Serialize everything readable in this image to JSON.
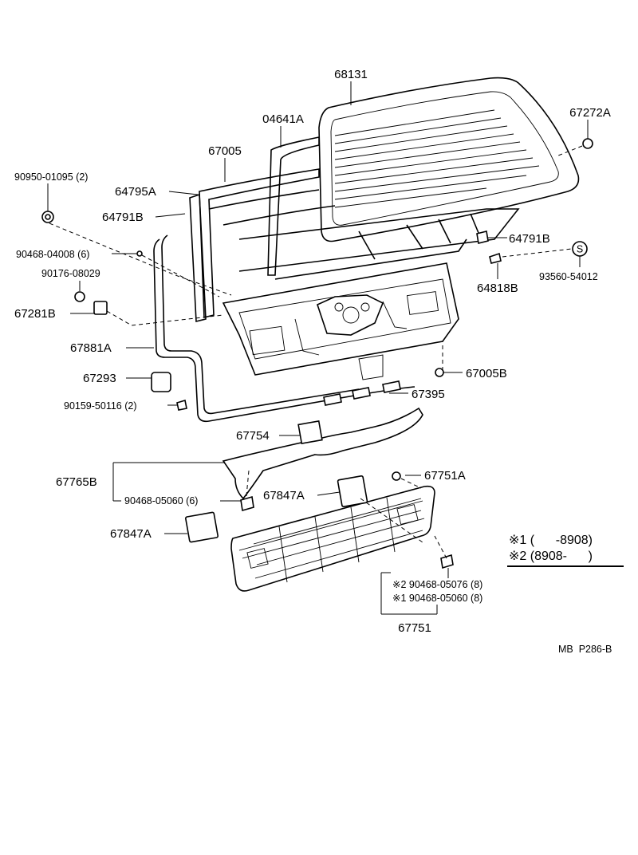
{
  "labels": {
    "p68131": "68131",
    "p67272A": "67272A",
    "p04641A": "04641A",
    "p67005": "67005",
    "p90950": "90950-01095 (2)",
    "p64795A": "64795A",
    "p64791B_left": "64791B",
    "p90468_04008": "90468-04008 (6)",
    "p90176": "90176-08029",
    "p67281B": "67281B",
    "p64791B_right": "64791B",
    "p64818B": "64818B",
    "p93560": "93560-54012",
    "p67881A": "67881A",
    "p67293": "67293",
    "p67005B": "67005B",
    "p90159": "90159-50116 (2)",
    "p67395": "67395",
    "p67754": "67754",
    "p67765B": "67765B",
    "p90468_05060a": "90468-05060 (6)",
    "p67751A": "67751A",
    "p67847A_right": "67847A",
    "p67847A_left": "67847A",
    "p90468_05076": "※2 90468-05076 (8)",
    "p90468_05060b": "※1 90468-05060 (8)",
    "p67751": "67751",
    "s_symbol": "S"
  },
  "legend": {
    "row1": "※1 (      -8908)",
    "row2": "※2 (8908-      )"
  },
  "footer": {
    "code": "MB  P286-B"
  }
}
